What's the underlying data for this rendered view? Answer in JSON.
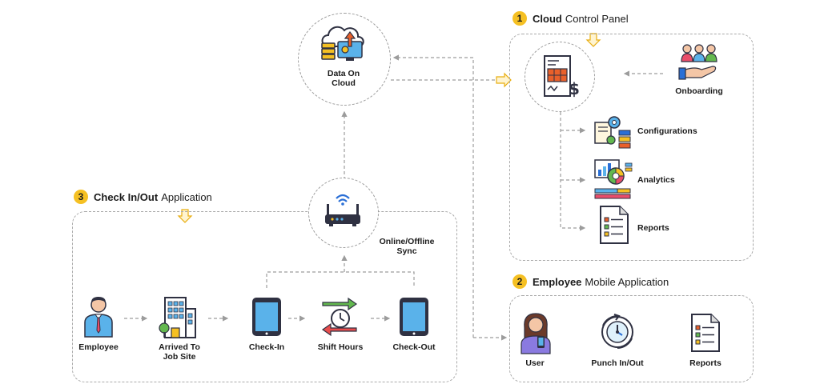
{
  "sections": {
    "cloud_panel": {
      "number": "1",
      "title_bold": "Cloud",
      "title_rest": "Control Panel"
    },
    "mobile_app": {
      "number": "2",
      "title_bold": "Employee",
      "title_rest": "Mobile Application"
    },
    "check_app": {
      "number": "3",
      "title_bold": "Check In/Out",
      "title_rest": "Application"
    }
  },
  "nodes": {
    "data_cloud": "Data On Cloud",
    "sync": "Online/Offline Sync",
    "onboarding": "Onboarding",
    "configurations": "Configurations",
    "analytics": "Analytics",
    "reports_panel": "Reports",
    "employee": "Employee",
    "arrived": "Arrived To Job Site",
    "check_in": "Check-In",
    "shift_hours": "Shift Hours",
    "check_out": "Check-Out",
    "user": "User",
    "punch": "Punch In/Out",
    "reports_mobile": "Reports"
  },
  "colors": {
    "accent": "#f5c023",
    "primary_blue": "#2a6fd6",
    "screen_blue": "#5ab2ea",
    "dark": "#2f3142",
    "line": "#9c9c9c"
  },
  "icons": [
    "cloud-server-icon",
    "wifi-router-icon",
    "invoice-icon",
    "team-icon",
    "config-icon",
    "analytics-icon",
    "report-icon",
    "employee-icon",
    "building-icon",
    "tablet-icon",
    "clock-arrows-icon",
    "user-phone-icon",
    "stopwatch-icon"
  ]
}
